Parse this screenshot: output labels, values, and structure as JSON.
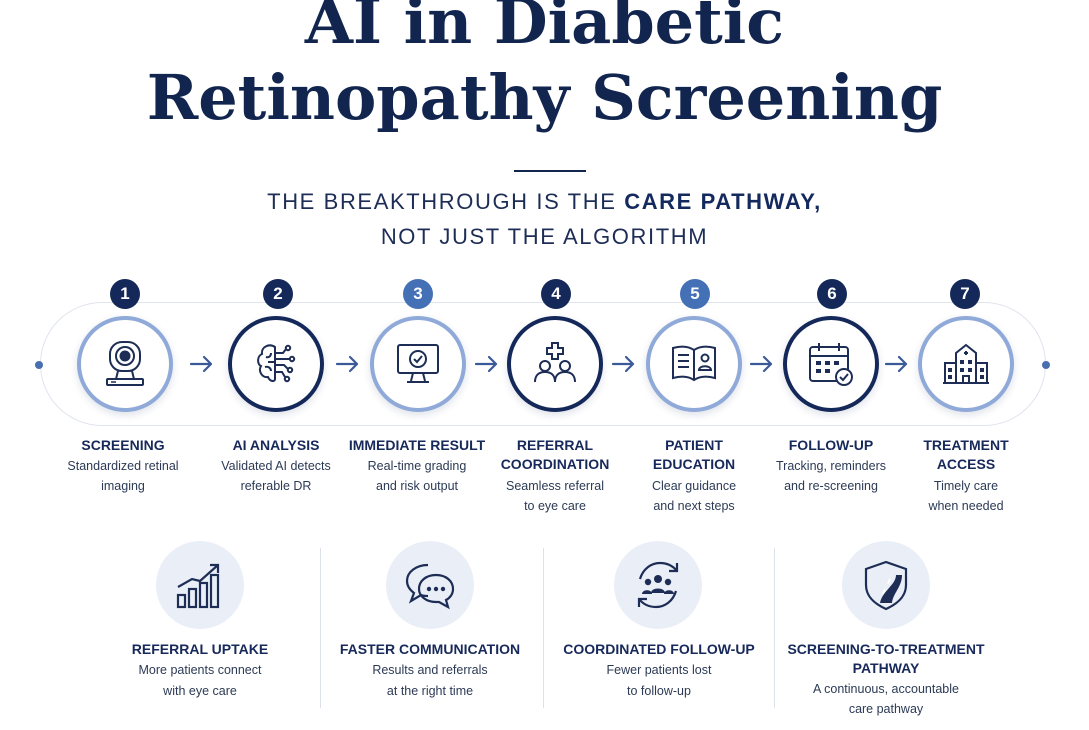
{
  "title": {
    "line1": "AI in Diabetic",
    "line2": "Retinopathy Screening"
  },
  "subtitle": {
    "part1": "THE BREAKTHROUGH IS THE ",
    "emphasis": "CARE PATHWAY,",
    "line2": "NOT JUST THE ALGORITHM"
  },
  "steps": [
    {
      "number": "1",
      "title": "SCREENING",
      "desc1": "Standardized retinal",
      "desc2": "imaging",
      "icon": "retinal-camera-icon"
    },
    {
      "number": "2",
      "title": "AI ANALYSIS",
      "desc1": "Validated AI detects",
      "desc2": "referable DR",
      "icon": "ai-brain-icon"
    },
    {
      "number": "3",
      "title": "IMMEDIATE RESULT",
      "desc1": "Real-time grading",
      "desc2": "and risk output",
      "icon": "monitor-check-icon"
    },
    {
      "number": "4",
      "title1": "REFERRAL",
      "title2": "COORDINATION",
      "desc1": "Seamless referral",
      "desc2": "to eye care",
      "icon": "people-medical-icon"
    },
    {
      "number": "5",
      "title1": "PATIENT",
      "title2": "EDUCATION",
      "desc1": "Clear guidance",
      "desc2": "and next steps",
      "icon": "open-book-icon"
    },
    {
      "number": "6",
      "title": "FOLLOW-UP",
      "desc1": "Tracking, reminders",
      "desc2": "and re-screening",
      "icon": "calendar-check-icon"
    },
    {
      "number": "7",
      "title1": "TREATMENT",
      "title2": "ACCESS",
      "desc1": "Timely care",
      "desc2": "when needed",
      "icon": "hospital-icon"
    }
  ],
  "outcomes": [
    {
      "title": "REFERRAL UPTAKE",
      "desc1": "More patients connect",
      "desc2": "with eye care",
      "icon": "bar-chart-growth-icon"
    },
    {
      "title": "FASTER COMMUNICATION",
      "desc1": "Results and referrals",
      "desc2": "at the right time",
      "icon": "chat-bubbles-icon"
    },
    {
      "title": "COORDINATED FOLLOW-UP",
      "desc1": "Fewer patients lost",
      "desc2": "to follow-up",
      "icon": "group-cycle-icon"
    },
    {
      "title1": "SCREENING-TO-TREATMENT",
      "title2": "PATHWAY",
      "desc1": "A continuous, accountable",
      "desc2": "care pathway",
      "icon": "shield-road-icon"
    }
  ],
  "colors": {
    "navy": "#14285a",
    "mid_blue": "#4470b5",
    "light_blue": "#8fa9d8",
    "outcome_bg": "#eaeff7"
  }
}
